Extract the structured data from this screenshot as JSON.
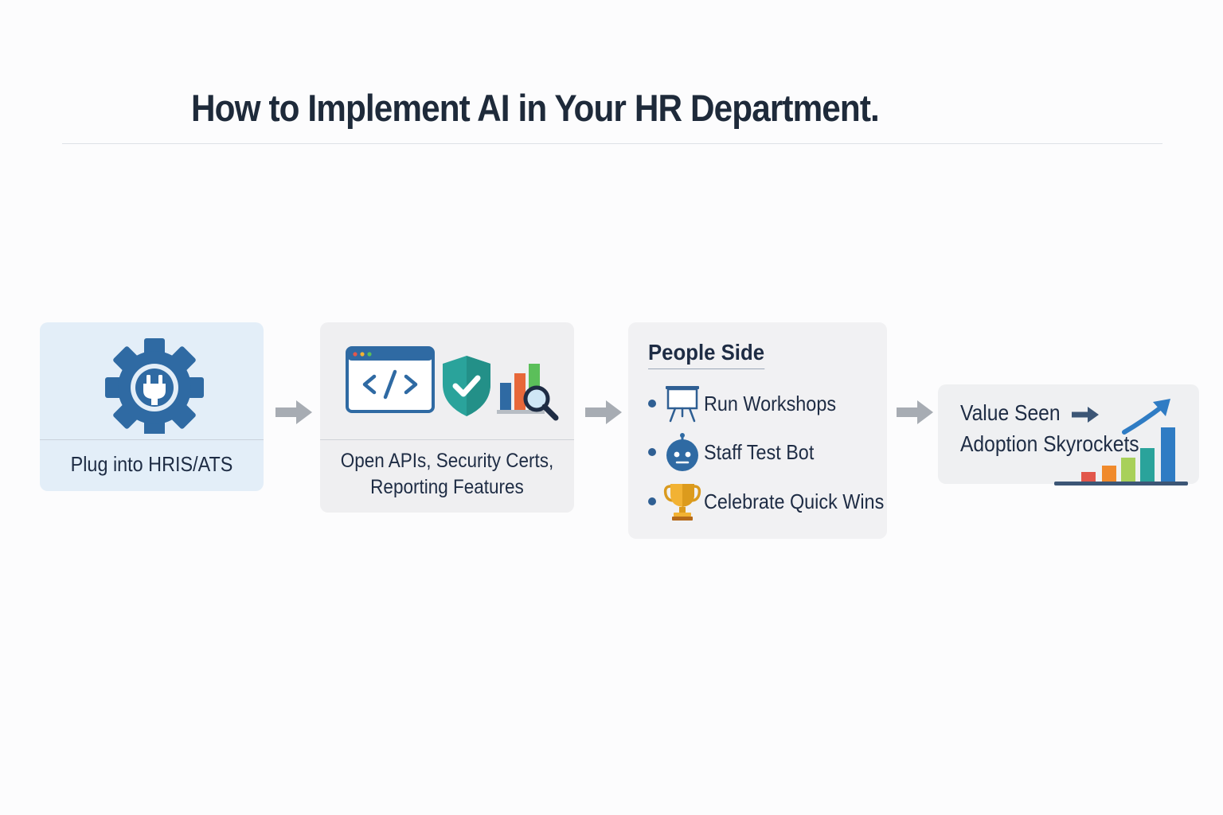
{
  "title": "How to Implement AI in Your HR Department.",
  "steps": [
    {
      "label": "Plug into HRIS/ATS",
      "icon": "gear-plug-icon"
    },
    {
      "label_line1": "Open APIs, Security Certs,",
      "label_line2": "Reporting Features",
      "icons": [
        "code-window-icon",
        "shield-check-icon",
        "chart-search-icon"
      ]
    },
    {
      "heading": "People Side",
      "items": [
        {
          "label": "Run Workshops",
          "icon": "presentation-board-icon"
        },
        {
          "label": "Staff Test Bot",
          "icon": "robot-icon"
        },
        {
          "label": "Celebrate Quick Wins",
          "icon": "trophy-icon"
        }
      ]
    },
    {
      "line1": "Value Seen",
      "line2": "Adoption Skyrockets",
      "icon": "growth-chart-icon"
    }
  ],
  "colors": {
    "primary_blue": "#2f6aa3",
    "teal": "#2aa39b",
    "arrow_gray": "#a7acb3",
    "text_dark": "#1e2c44"
  }
}
